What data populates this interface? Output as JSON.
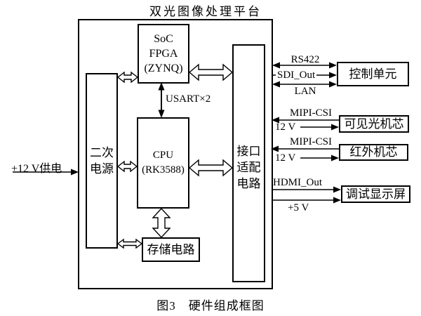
{
  "figure": {
    "title": "双光图像处理平台",
    "caption": "图3　硬件组成框图"
  },
  "platform": {
    "soc": {
      "line1": "SoC",
      "line2": "FPGA",
      "line3": "(ZYNQ)"
    },
    "power": {
      "line1": "二次",
      "line2": "电源"
    },
    "cpu": {
      "line1": "CPU",
      "line2": "(RK3588)"
    },
    "storage": {
      "label": "存储电路"
    },
    "interface": {
      "line1": "接口",
      "line2": "适配",
      "line3": "电路"
    }
  },
  "external": {
    "control_unit": "控制单元",
    "visible_camera": "可见光机芯",
    "infrared_camera": "红外机芯",
    "debug_display": "调试显示屏"
  },
  "labels": {
    "power_input": "+12 V供电",
    "usart": "USART×2",
    "rs422": "RS422",
    "sdi_out": "SDI_Out",
    "lan": "LAN",
    "mipi_csi_1": "MIPI-CSI",
    "v12_1": "12 V",
    "mipi_csi_2": "MIPI-CSI",
    "v12_2": "12 V",
    "hdmi_out": "HDMI_Out",
    "v5": "+5 V"
  },
  "colors": {
    "ink": "#000000",
    "paper": "#ffffff"
  }
}
